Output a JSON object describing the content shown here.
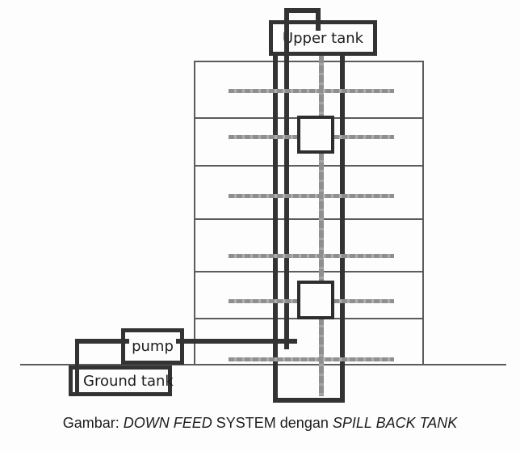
{
  "diagram": {
    "labels": {
      "upper_tank": "Upper tank",
      "pump": "pump",
      "ground_tank": "Ground tank"
    },
    "caption": {
      "prefix": "Gambar: ",
      "italic_1": "DOWN FEED",
      "middle": " SYSTEM dengan ",
      "italic_2": "SPILL BACK TANK"
    },
    "structure": {
      "floors": 6,
      "spill_back_tanks": 2,
      "floor_branch_pipes": 6
    },
    "colors": {
      "pipe_dark": "#333333",
      "pipe_gray": "#979797",
      "building_outline": "#5c5c5c",
      "background": "#fdfdfd",
      "text": "#1d1d1d"
    }
  }
}
